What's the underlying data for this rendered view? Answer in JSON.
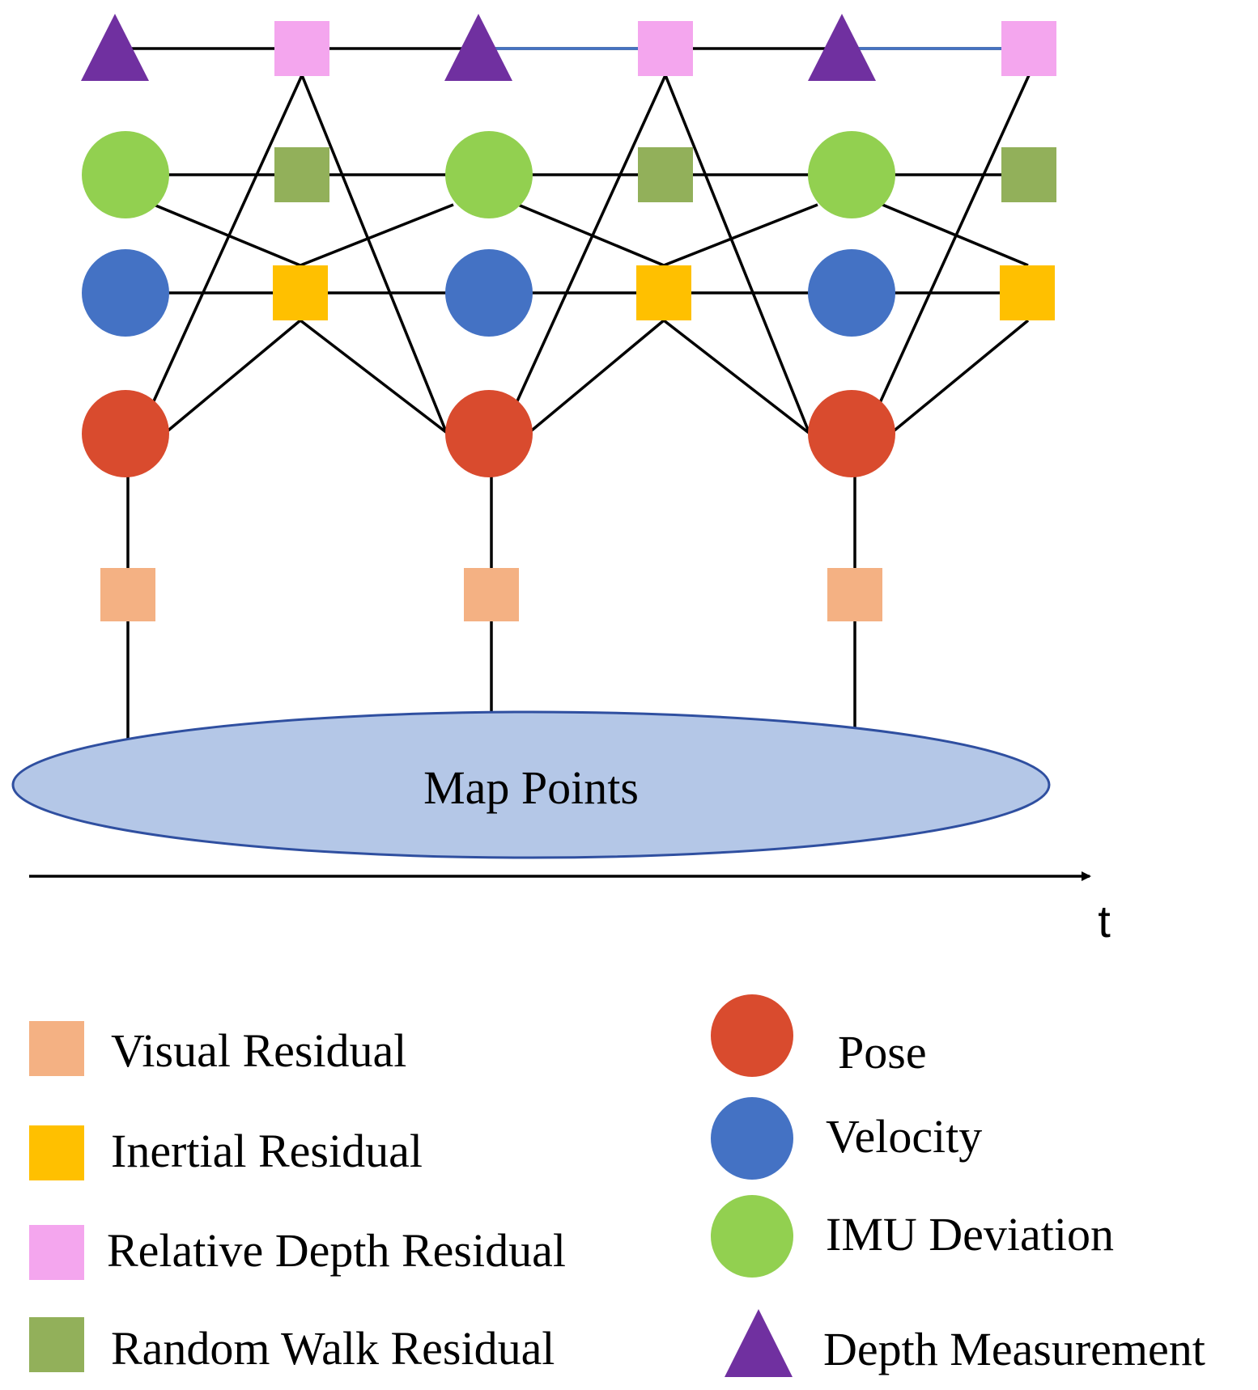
{
  "diagram": {
    "map_label": "Map Points",
    "time_axis_label": "t"
  },
  "legend": {
    "left": [
      {
        "label": "Visual Residual",
        "shape": "square",
        "color": "#F4B183"
      },
      {
        "label": "Inertial Residual",
        "shape": "square",
        "color": "#FFC000"
      },
      {
        "label": "Relative Depth Residual",
        "shape": "square",
        "color": "#F4A6EE"
      },
      {
        "label": "Random Walk Residual",
        "shape": "square",
        "color": "#92B05A"
      }
    ],
    "right": [
      {
        "label": "Pose",
        "shape": "circle",
        "color": "#D94B2E"
      },
      {
        "label": "Velocity",
        "shape": "circle",
        "color": "#4472C4"
      },
      {
        "label": "IMU Deviation",
        "shape": "circle",
        "color": "#92D050"
      },
      {
        "label": "Depth Measurement",
        "shape": "triangle",
        "color": "#7030A0"
      }
    ]
  },
  "colors": {
    "pose": "#D94B2E",
    "velocity": "#4472C4",
    "imu_deviation": "#92D050",
    "depth_measurement": "#7030A0",
    "visual_residual": "#F4B183",
    "inertial_residual": "#FFC000",
    "relative_depth_residual": "#F4A6EE",
    "random_walk_residual": "#92B05A",
    "map_points_fill": "#B4C7E7",
    "map_points_stroke": "#2F4FA0",
    "edge": "#000000"
  }
}
